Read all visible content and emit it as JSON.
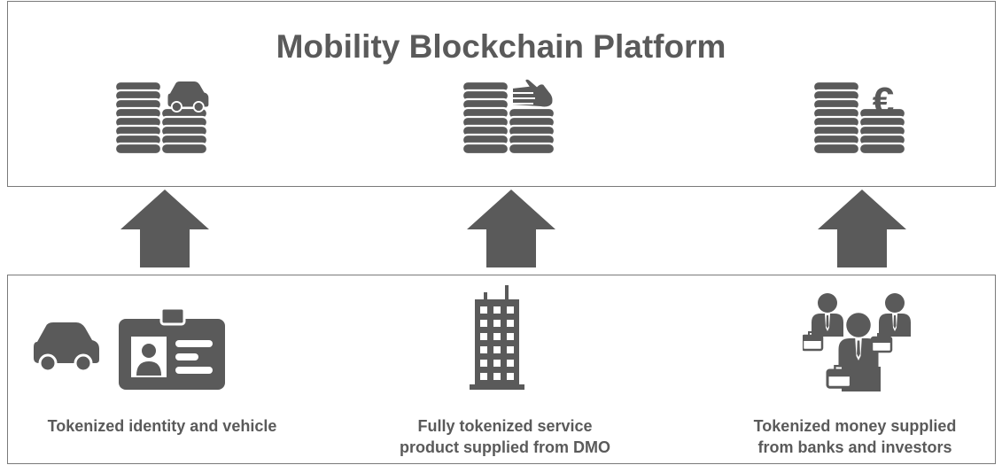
{
  "diagram": {
    "title": "Mobility Blockchain Platform",
    "columns": [
      {
        "token_icon": "coins-car-icon",
        "arrow_icon": "up-arrow-icon",
        "source_icons": [
          "car-icon",
          "id-card-icon"
        ],
        "label_lines": [
          "Tokenized identity and vehicle"
        ]
      },
      {
        "token_icon": "coins-hand-icon",
        "arrow_icon": "up-arrow-icon",
        "source_icons": [
          "office-building-icon"
        ],
        "label_lines": [
          "Fully tokenized service",
          "product supplied from DMO"
        ]
      },
      {
        "token_icon": "coins-euro-icon",
        "arrow_icon": "up-arrow-icon",
        "source_icons": [
          "business-people-icon"
        ],
        "label_lines": [
          "Tokenized money supplied",
          "from banks and investors"
        ]
      }
    ],
    "euro_symbol": "€"
  },
  "colors": {
    "icon": "#5a5a5a",
    "border": "#7a7a7a",
    "background": "#ffffff"
  }
}
